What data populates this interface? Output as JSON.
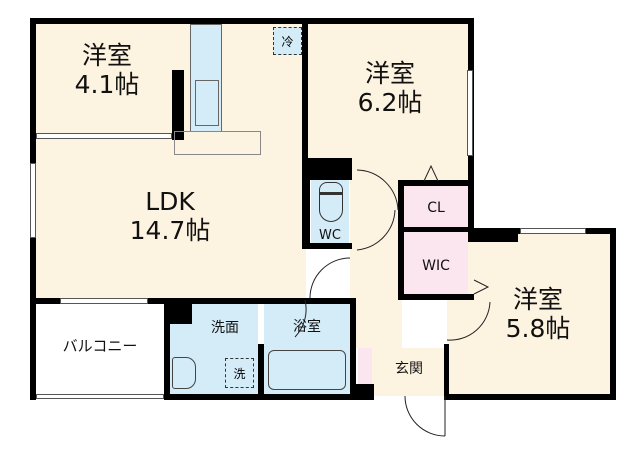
{
  "floorplan": {
    "rooms": [
      {
        "id": "western-room-1",
        "name": "洋室",
        "size": "4.1帖"
      },
      {
        "id": "ldk",
        "name": "LDK",
        "size": "14.7帖"
      },
      {
        "id": "western-room-2",
        "name": "洋室",
        "size": "6.2帖"
      },
      {
        "id": "western-room-3",
        "name": "洋室",
        "size": "5.8帖"
      },
      {
        "id": "balcony",
        "name": "バルコニー"
      },
      {
        "id": "washroom",
        "name": "洗面"
      },
      {
        "id": "bathroom",
        "name": "浴室"
      },
      {
        "id": "entrance",
        "name": "玄関"
      },
      {
        "id": "toilet",
        "name": "WC"
      },
      {
        "id": "closet",
        "name": "CL"
      },
      {
        "id": "walk-in-closet",
        "name": "WIC"
      }
    ],
    "symbols": {
      "refrigerator": "冷",
      "washing_machine": "洗"
    },
    "colors": {
      "room_fill": "#fdf3e1",
      "wet_fill": "#d4ecf8",
      "storage_fill": "#fbe5ee",
      "wall": "#000000"
    }
  }
}
